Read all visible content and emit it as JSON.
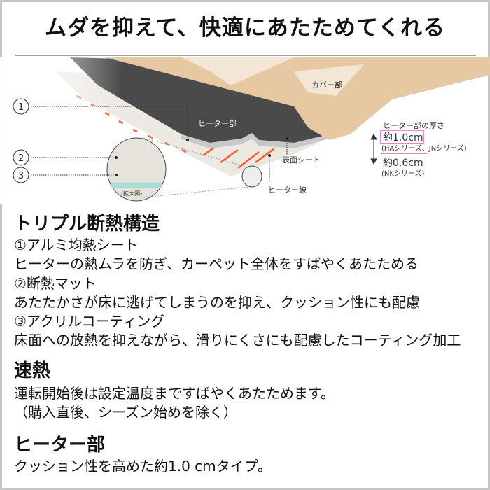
{
  "title": "ムダを抑えて、快適にあたためてくれる",
  "diagram": {
    "labels": {
      "cover": "カバー部",
      "heater": "ヒーター部",
      "surface_sheet": "表面シート",
      "heater_wire": "ヒーター線",
      "zoom": "(拡大図)",
      "num1": "1",
      "num2": "2",
      "num3": "3"
    },
    "thickness": {
      "heading": "ヒーター部の厚さ",
      "value1": "約1.0cm",
      "series1": "(HAシリーズ、JNシリーズ)",
      "value2": "約0.6cm",
      "series2": "(NKシリーズ)"
    },
    "colors": {
      "cover": "#e6c9a3",
      "heater": "#4a4a4a",
      "wire": "#ff5a2a",
      "highlight": "#e8379b"
    }
  },
  "sections": [
    {
      "heading": "トリプル断熱構造",
      "lines": [
        "①アルミ均熱シート",
        "ヒーターの熱ムラを防ぎ、カーペット全体をすばやくあたためる",
        "②断熱マット",
        "あたたかさが床に逃げてしまうのを抑え、クッション性にも配慮",
        "③アクリルコーティング",
        "床面への放熱を抑えながら、滑りにくさにも配慮したコーティング加工"
      ]
    },
    {
      "heading": "速熱",
      "lines": [
        "運転開始後は設定温度まですばやくあたためます。",
        "（購入直後、シーズン始めを除く）"
      ]
    },
    {
      "heading": "ヒーター部",
      "lines": [
        "クッション性を高めた約1.0 cmタイプ。"
      ]
    }
  ]
}
